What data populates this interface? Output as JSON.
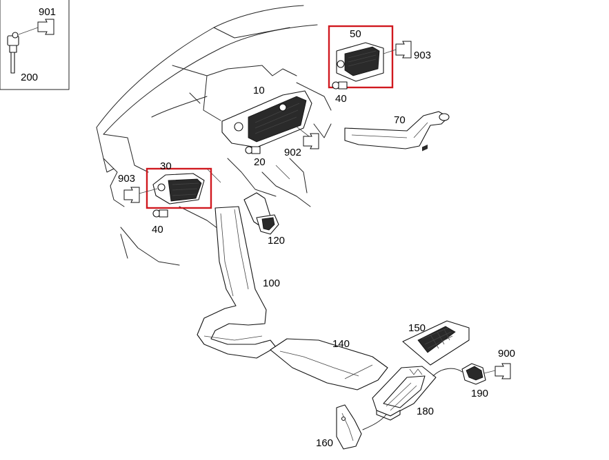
{
  "highlight_color": "#d0181e",
  "parts": {
    "p901": "901",
    "p200": "200",
    "p50": "50",
    "p903a": "903",
    "p40a": "40",
    "p10": "10",
    "p70": "70",
    "p20": "20",
    "p902": "902",
    "p903b": "903",
    "p30": "30",
    "p40b": "40",
    "p120": "120",
    "p100": "100",
    "p150": "150",
    "p140": "140",
    "p900": "900",
    "p190": "190",
    "p180": "180",
    "p160": "160"
  },
  "highlighted_parts": [
    "50",
    "30"
  ]
}
